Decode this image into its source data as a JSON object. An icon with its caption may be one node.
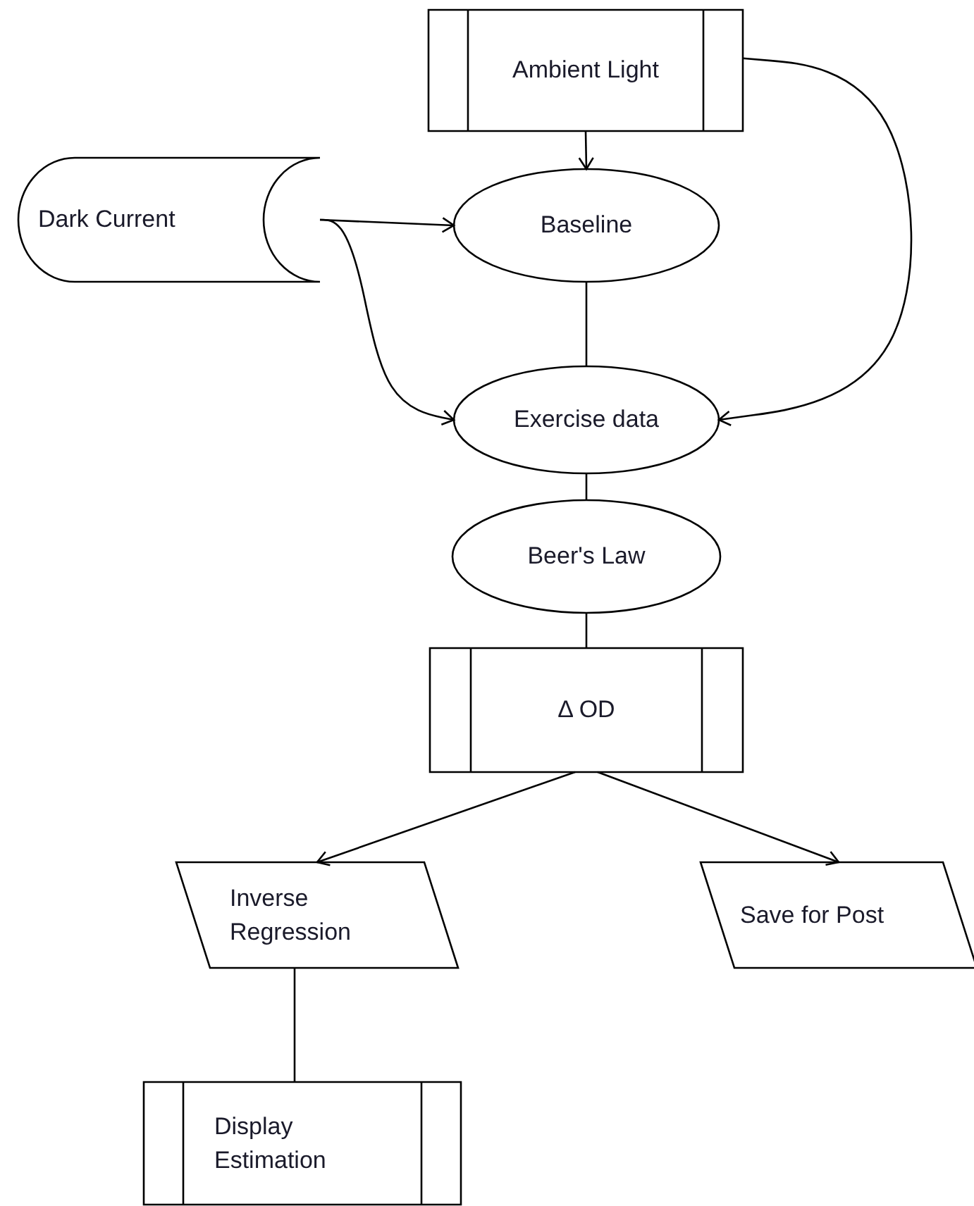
{
  "diagram": {
    "nodes": [
      {
        "text": [
          "Ambient Light"
        ]
      },
      {
        "text": [
          "Dark Current"
        ]
      },
      {
        "text": [
          "Baseline"
        ]
      },
      {
        "text": [
          "Exercise data"
        ]
      },
      {
        "text": [
          "Beer's Law"
        ]
      },
      {
        "text": [
          "Δ OD"
        ]
      },
      {
        "text": [
          "Inverse Regression"
        ]
      },
      {
        "text": [
          "Save for Post"
        ]
      },
      {
        "text": [
          "Display Estimation"
        ]
      }
    ],
    "edges": [
      {
        "from": 0,
        "to": 2,
        "arrow": "to"
      },
      {
        "from": 1,
        "to": 2,
        "arrow": "to"
      },
      {
        "from": 1,
        "to": 3,
        "arrow": "to"
      },
      {
        "from": 0,
        "to": 3,
        "arrow": "to"
      },
      {
        "from": 2,
        "to": 3,
        "arrow": "none"
      },
      {
        "from": 3,
        "to": 4,
        "arrow": "none"
      },
      {
        "from": 4,
        "to": 5,
        "arrow": "none"
      },
      {
        "from": 5,
        "to": 6,
        "arrow": "to"
      },
      {
        "from": 5,
        "to": 7,
        "arrow": "to"
      },
      {
        "from": 6,
        "to": 8,
        "arrow": "none"
      }
    ]
  }
}
